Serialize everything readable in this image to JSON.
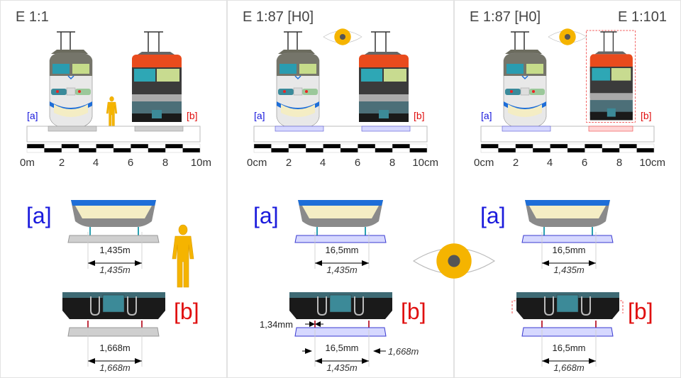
{
  "colors": {
    "blue_label": "#1a1adc",
    "red_label": "#e01010",
    "eye_iris": "#f5b400",
    "person": "#f5b400"
  },
  "panels": [
    {
      "title": "E 1:1",
      "label_a": "[a]",
      "label_b": "[b]",
      "ticks": [
        "0m",
        "2",
        "4",
        "6",
        "8",
        "10m"
      ],
      "a_gauge": "1,435m",
      "a_real": "1,435m",
      "b_gauge": "1,668m",
      "b_real": "1,668m"
    },
    {
      "title": "E 1:87 [H0]",
      "label_a": "[a]",
      "label_b": "[b]",
      "ticks": [
        "0cm",
        "2",
        "4",
        "6",
        "8",
        "10cm"
      ],
      "a_gauge": "16,5mm",
      "a_real": "1,435m",
      "b_gauge": "16,5mm",
      "b_real": "1,435m",
      "b_extra": "1,668m",
      "b_offset": "1,34mm"
    },
    {
      "title": "E 1:87 [H0]",
      "title2": "E 1:101",
      "label_a": "[a]",
      "label_b": "[b]",
      "ticks": [
        "0cm",
        "2",
        "4",
        "6",
        "8",
        "10cm"
      ],
      "a_gauge": "16,5mm",
      "a_real": "1,435m",
      "b_gauge": "16,5mm",
      "b_real": "1,668m"
    }
  ]
}
